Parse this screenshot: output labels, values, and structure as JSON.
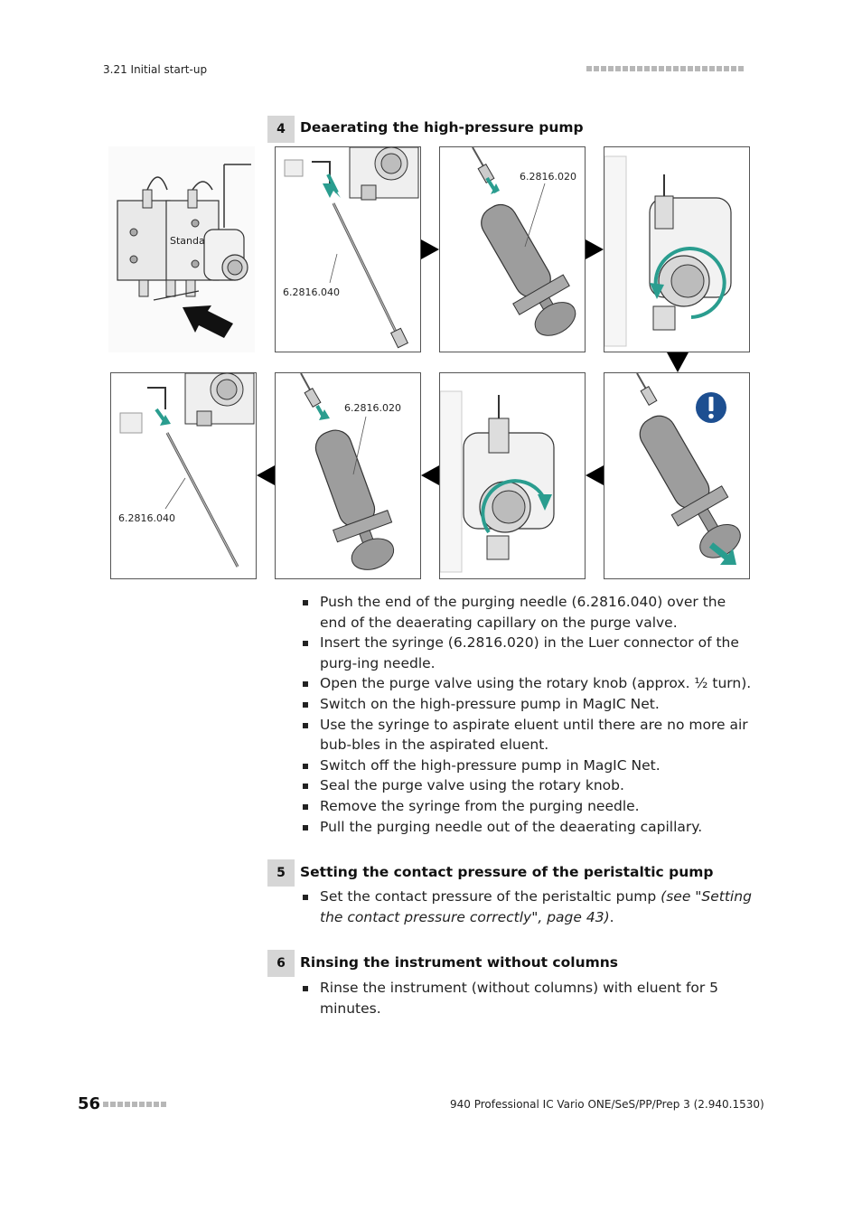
{
  "header": {
    "section": "3.21 Initial start-up"
  },
  "steps": [
    {
      "number": "4",
      "title": "Deaerating the high-pressure pump"
    },
    {
      "number": "5",
      "title": "Setting the contact pressure of the peristaltic pump"
    },
    {
      "number": "6",
      "title": "Rinsing the instrument without columns"
    }
  ],
  "figure": {
    "labels": {
      "needle": "6.2816.040",
      "syringe": "6.2816.020",
      "valve_text": "Standard"
    },
    "colors": {
      "accent": "#2a9d8f",
      "attention": "#1d4f91",
      "arrow": "#000000"
    },
    "icons": [
      "exclamation-icon",
      "rotate-arrow-icon",
      "push-arrow-icon"
    ]
  },
  "step4_bullets": [
    "Push the end of the purging needle (6.2816.040) over the end of the deaerating capillary on the purge valve.",
    "Insert the syringe (6.2816.020) in the Luer connector of the purg-ing needle.",
    "Open the purge valve using the rotary knob (approx. ½ turn).",
    "Switch on the high-pressure pump in MagIC Net.",
    "Use the syringe to aspirate eluent until there are no more air bub-bles in the aspirated eluent.",
    "Switch off the high-pressure pump in MagIC Net.",
    "Seal the purge valve using the rotary knob.",
    "Remove the syringe from the purging needle.",
    "Pull the purging needle out of the deaerating capillary."
  ],
  "step5_bullet": {
    "text": "Set the contact pressure of the peristaltic pump ",
    "ref": "(see \"Setting the contact pressure correctly\", page 43)",
    "end": "."
  },
  "step6_bullets": [
    "Rinse the instrument (without columns) with eluent for 5 minutes."
  ],
  "footer": {
    "page_number": "56",
    "document": "940 Professional IC Vario ONE/SeS/PP/Prep 3 (2.940.1530)"
  }
}
